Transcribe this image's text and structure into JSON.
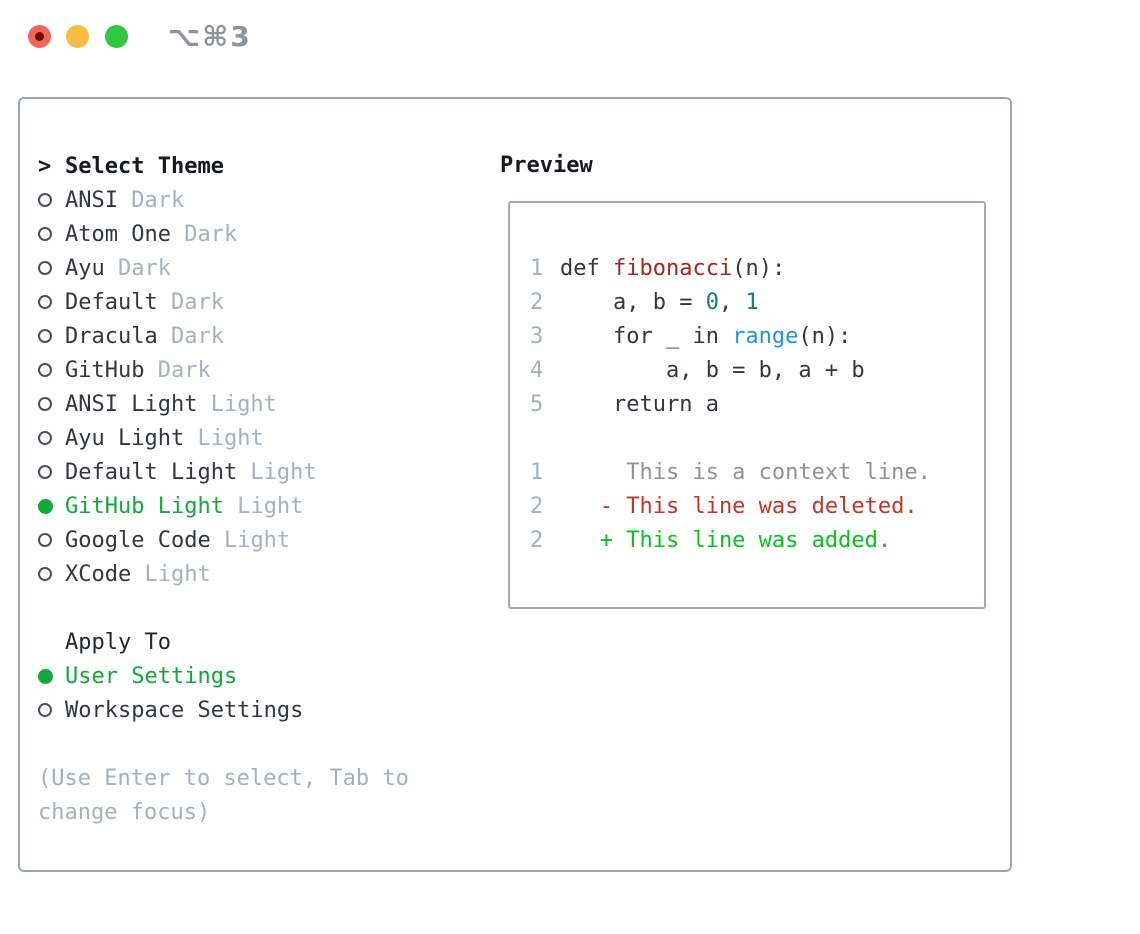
{
  "window": {
    "title_shortcut": "⌥⌘3"
  },
  "theme_picker": {
    "heading_prefix": ">",
    "heading": "Select Theme",
    "themes": [
      {
        "name": "ANSI",
        "variant": "Dark",
        "selected": false
      },
      {
        "name": "Atom One",
        "variant": "Dark",
        "selected": false
      },
      {
        "name": "Ayu",
        "variant": "Dark",
        "selected": false
      },
      {
        "name": "Default",
        "variant": "Dark",
        "selected": false
      },
      {
        "name": "Dracula",
        "variant": "Dark",
        "selected": false
      },
      {
        "name": "GitHub",
        "variant": "Dark",
        "selected": false
      },
      {
        "name": "ANSI Light",
        "variant": "Light",
        "selected": false
      },
      {
        "name": "Ayu Light",
        "variant": "Light",
        "selected": false
      },
      {
        "name": "Default Light",
        "variant": "Light",
        "selected": false
      },
      {
        "name": "GitHub Light",
        "variant": "Light",
        "selected": true
      },
      {
        "name": "Google Code",
        "variant": "Light",
        "selected": false
      },
      {
        "name": "XCode",
        "variant": "Light",
        "selected": false
      }
    ],
    "apply_to": {
      "heading": "Apply To",
      "options": [
        {
          "name": "User Settings",
          "selected": true
        },
        {
          "name": "Workspace Settings",
          "selected": false
        }
      ]
    },
    "hint_lines": [
      "(Use Enter to select, Tab to",
      "change focus)"
    ]
  },
  "preview": {
    "heading": "Preview",
    "code_lines": [
      {
        "num": "1",
        "segments": [
          {
            "t": "def ",
            "s": "text"
          },
          {
            "t": "fibonacci",
            "s": "function"
          },
          {
            "t": "(n):",
            "s": "text"
          }
        ]
      },
      {
        "num": "2",
        "segments": [
          {
            "t": "    a, b = ",
            "s": "text"
          },
          {
            "t": "0",
            "s": "number"
          },
          {
            "t": ", ",
            "s": "text"
          },
          {
            "t": "1",
            "s": "number"
          }
        ]
      },
      {
        "num": "3",
        "segments": [
          {
            "t": "    for _ in ",
            "s": "text"
          },
          {
            "t": "range",
            "s": "builtin"
          },
          {
            "t": "(n):",
            "s": "text"
          }
        ]
      },
      {
        "num": "4",
        "segments": [
          {
            "t": "        a, b = b, a + b",
            "s": "text"
          }
        ]
      },
      {
        "num": "5",
        "segments": [
          {
            "t": "    return a",
            "s": "text"
          }
        ]
      }
    ],
    "diff_lines": [
      {
        "num": "1",
        "text": "     This is a context line.",
        "kind": "context"
      },
      {
        "num": "2",
        "text": "   - This line was deleted.",
        "kind": "deleted"
      },
      {
        "num": "2",
        "text": "   + This line was added.",
        "kind": "added"
      }
    ]
  },
  "colors": {
    "selection_green": "#12A83C",
    "added_green": "#07C31B",
    "deleted_red": "#C53526",
    "context_gray": "#8F9296",
    "variant_muted": "#A7B1BD",
    "line_number": "#A3AFC0",
    "hint_gray": "#A6B0BC",
    "code_text": "#33383E",
    "code_function_red": "#A8261D",
    "code_number_teal": "#0E7C7E",
    "code_builtin_blue": "#1E97D6",
    "panel_border": "#9CA6B0",
    "traffic_red": "#F2655B",
    "traffic_yellow": "#F8BD44",
    "traffic_green": "#2FC840",
    "title_gray": "#8F949A"
  }
}
